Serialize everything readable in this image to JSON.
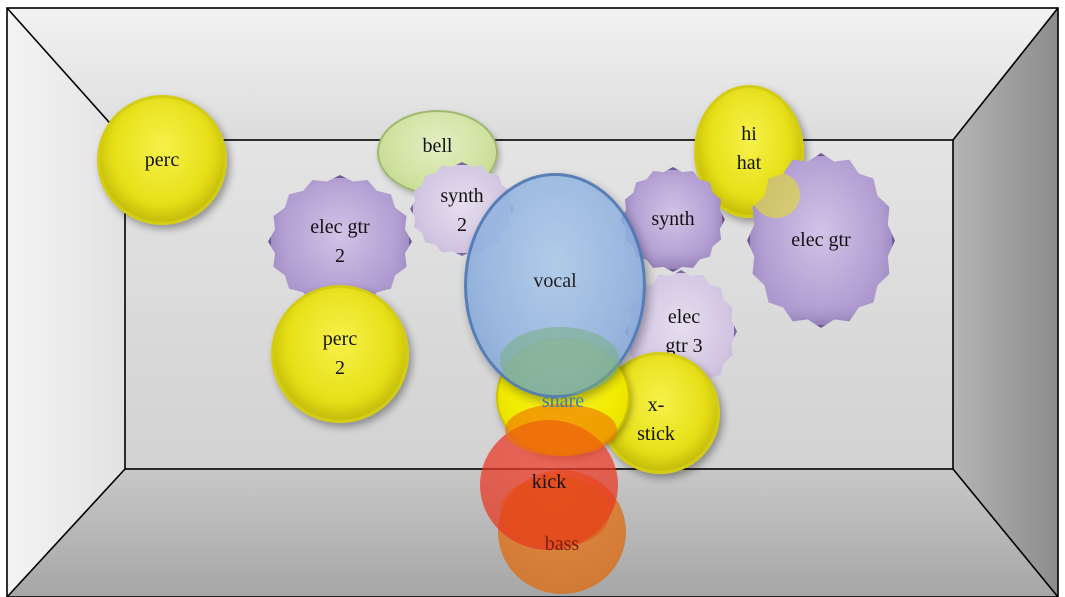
{
  "instruments": {
    "perc": "perc",
    "bell": "bell",
    "synth2": "synth\n2",
    "hihat": "hi\nhat",
    "elecgtr2": "elec gtr\n2",
    "synth": "synth",
    "elecgtr": "elec gtr",
    "vocal": "vocal",
    "elecgtr3": "elec\ngtr 3",
    "perc2": "perc\n2",
    "snare": "snare",
    "xstick": "x-\nstick",
    "kick": "kick",
    "bass": "bass"
  },
  "colors": {
    "room_frame": "#000000",
    "back_wall": "#d9d9d9",
    "ceiling": "#e6e6e6",
    "floor": "#b8b8b8",
    "right_wall": "#9a9a9a",
    "left_wall": "#f0f0f0",
    "yellow_disc": "#e7e018",
    "purple_blob": "#b5a1d4",
    "vocal_blue": "#8cafde",
    "kick_red": "#e4321e",
    "bass_orange": "#d86a14",
    "bell_green": "#cfe2a0"
  }
}
